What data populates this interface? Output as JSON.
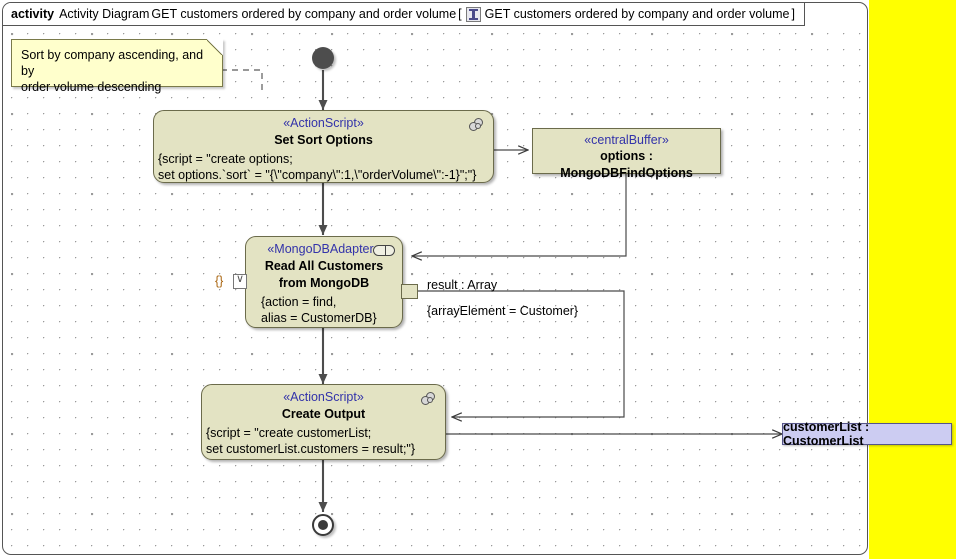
{
  "frame": {
    "keyword": "activity",
    "diagram_type": "Activity Diagram",
    "title": "GET customers ordered by company and order volume",
    "bracket_open": "[",
    "bracket_close": "]",
    "icon": "activity-parameter-icon",
    "qualified_title": "GET customers ordered by company and order volume"
  },
  "note": {
    "line1": "Sort by company ascending, and by",
    "line2": "order volume descending"
  },
  "nodes": {
    "initial": {
      "name": "initial-node"
    },
    "final": {
      "name": "activity-final-node"
    },
    "set_sort_options": {
      "stereotype": "«ActionScript»",
      "name": "Set Sort Options",
      "body_line1": "{script = \"create options;",
      "body_line2": "set options.`sort` = \"{\\\"company\\\":1,\\\"orderVolume\\\":-1}\";\"}",
      "icon": "script-icon"
    },
    "central_buffer": {
      "stereotype": "«centralBuffer»",
      "name": "options : MongoDBFindOptions"
    },
    "read_all_customers": {
      "stereotype": "«MongoDBAdapter»",
      "name_line1": "Read All Customers",
      "name_line2": "from MongoDB",
      "body_line1": "{action = find,",
      "body_line2": "alias = CustomerDB}",
      "icon": "adapter-toggle-icon",
      "input_pin_label": "{}",
      "input_pin_glyph": "∨"
    },
    "create_output": {
      "stereotype": "«ActionScript»",
      "name": "Create Output",
      "body_line1": "{script = \"create customerList;",
      "body_line2": "set customerList.customers = result;\"}",
      "icon": "script-icon"
    },
    "customer_list_param": {
      "name": "customerList : CustomerList"
    }
  },
  "edge_labels": {
    "result_pin": "result : Array",
    "result_constraint": "{arrayElement = Customer}"
  },
  "colors": {
    "action_fill": "#e3e3c3",
    "action_border": "#6b6b4b",
    "note_fill": "#ffffcc",
    "stereotype_text": "#3333aa",
    "param_fill": "#ccccf2",
    "band": "#ffff00",
    "constraint_text": "#aa6611"
  }
}
